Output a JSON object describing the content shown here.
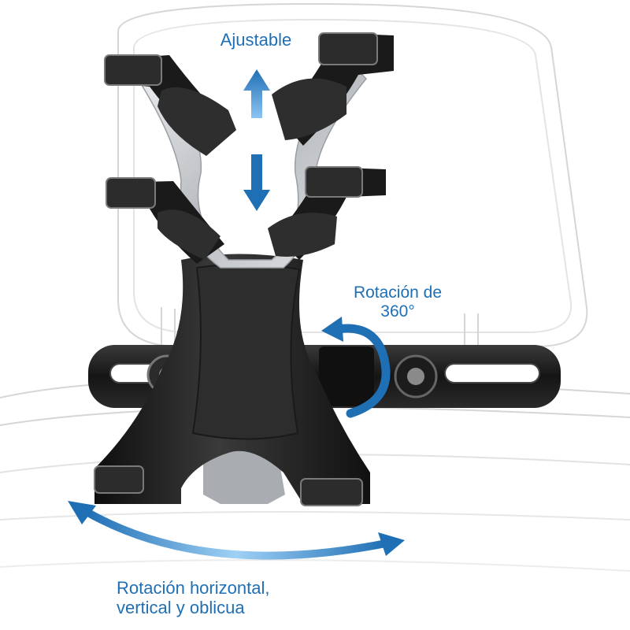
{
  "labels": {
    "adjustable": "Ajustable",
    "rotation_360_line1": "Rotación de",
    "rotation_360_line2": "360°",
    "rotation_multi_line1": "Rotación horizontal,",
    "rotation_multi_line2": "vertical y oblicua"
  },
  "colors": {
    "accent": "#1f6fb5",
    "arrow_light": "#6fb0e8",
    "holder_dark": "#1c1c1c",
    "pad": "#2a2a2a",
    "silver": "#c9cbce",
    "background": "#ffffff",
    "sketch_line": "#d6d6d6"
  },
  "icons": {
    "vertical_arrow": "double-arrow-vertical-icon",
    "rotation_arrow": "curved-arrow-360-icon",
    "swing_arrow": "curved-double-arrow-icon"
  }
}
